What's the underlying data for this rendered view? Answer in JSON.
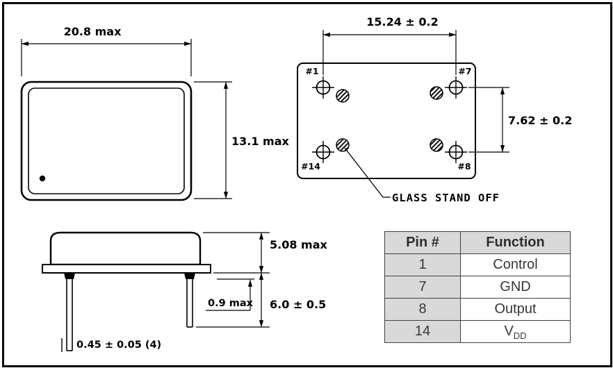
{
  "top_view": {
    "width_dim": "20.8 max",
    "height_dim": "13.1 max"
  },
  "bottom_view": {
    "width_dim": "15.24 ± 0.2",
    "height_dim": "7.62 ± 0.2",
    "pin_labels": [
      "#1",
      "#7",
      "#14",
      "#8"
    ],
    "standoff_label": "GLASS STAND OFF"
  },
  "side_view": {
    "body_height_dim": "5.08 max",
    "standoff_height_dim": "0.9 max",
    "lead_length_dim": "6.0 ± 0.5",
    "lead_width_dim": "0.45 ± 0.05 (4)"
  },
  "pin_table": {
    "headers": [
      "Pin #",
      "Function"
    ],
    "rows": [
      {
        "pin": "1",
        "function": "Control"
      },
      {
        "pin": "7",
        "function": "GND"
      },
      {
        "pin": "8",
        "function": "Output"
      },
      {
        "pin": "14",
        "function": "V",
        "function_sub": "DD"
      }
    ]
  }
}
